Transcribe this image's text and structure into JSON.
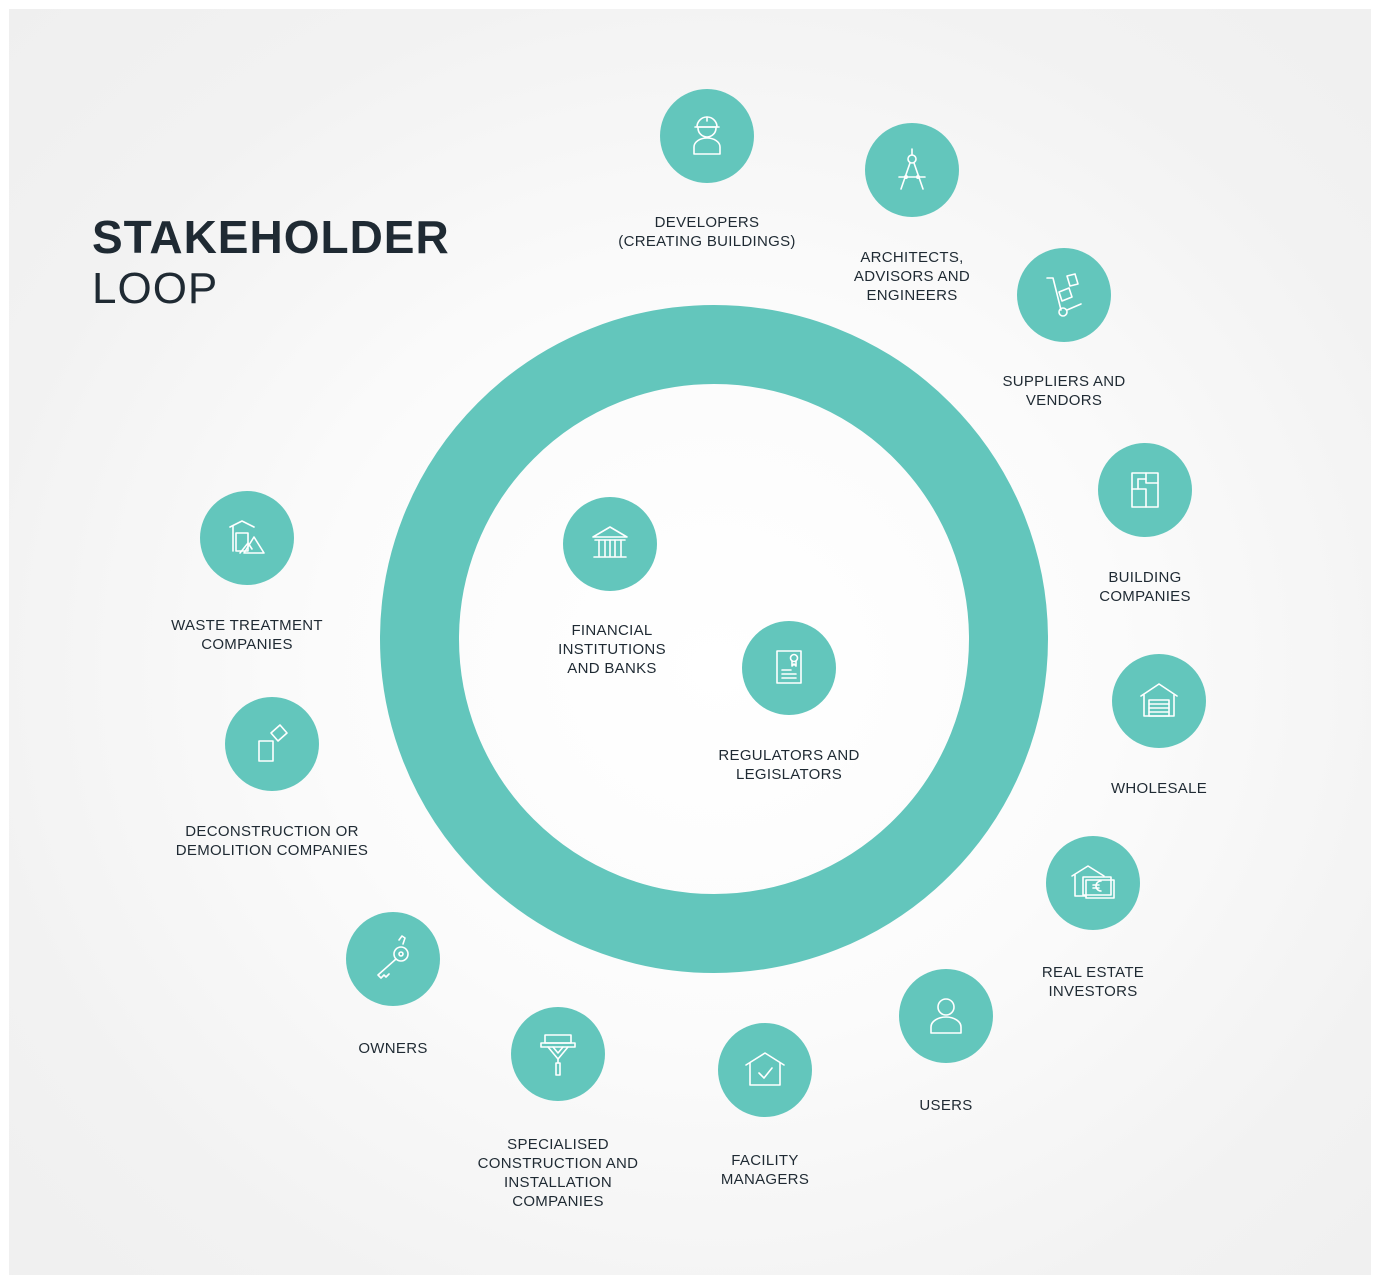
{
  "title": {
    "line1": "STAKEHOLDER",
    "line2": "LOOP"
  },
  "colors": {
    "accent": "#63c6bc",
    "text": "#1f2a33",
    "background": "#f4f4f4"
  },
  "stakeholders": [
    {
      "label": "DEVELOPERS\n(CREATING BUILDINGS)",
      "icon": "construction-worker-icon"
    },
    {
      "label": "ARCHITECTS,\nADVISORS AND\nENGINEERS",
      "icon": "drafting-compass-icon"
    },
    {
      "label": "SUPPLIERS AND\nVENDORS",
      "icon": "hand-truck-icon"
    },
    {
      "label": "BUILDING\nCOMPANIES",
      "icon": "floor-plan-icon"
    },
    {
      "label": "WHOLESALE",
      "icon": "warehouse-icon"
    },
    {
      "label": "REAL ESTATE\nINVESTORS",
      "icon": "house-money-icon"
    },
    {
      "label": "USERS",
      "icon": "user-icon"
    },
    {
      "label": "FACILITY\nMANAGERS",
      "icon": "house-check-icon"
    },
    {
      "label": "SPECIALISED\nCONSTRUCTION AND\nINSTALLATION\nCOMPANIES",
      "icon": "paint-roller-icon"
    },
    {
      "label": "OWNERS",
      "icon": "key-icon"
    },
    {
      "label": "DECONSTRUCTION OR\nDEMOLITION COMPANIES",
      "icon": "falling-blocks-icon"
    },
    {
      "label": "WASTE TREATMENT\nCOMPANIES",
      "icon": "waste-pile-icon"
    },
    {
      "label": "FINANCIAL\nINSTITUTIONS\nAND BANKS",
      "icon": "bank-icon"
    },
    {
      "label": "REGULATORS AND\nLEGISLATORS",
      "icon": "certificate-icon"
    }
  ]
}
